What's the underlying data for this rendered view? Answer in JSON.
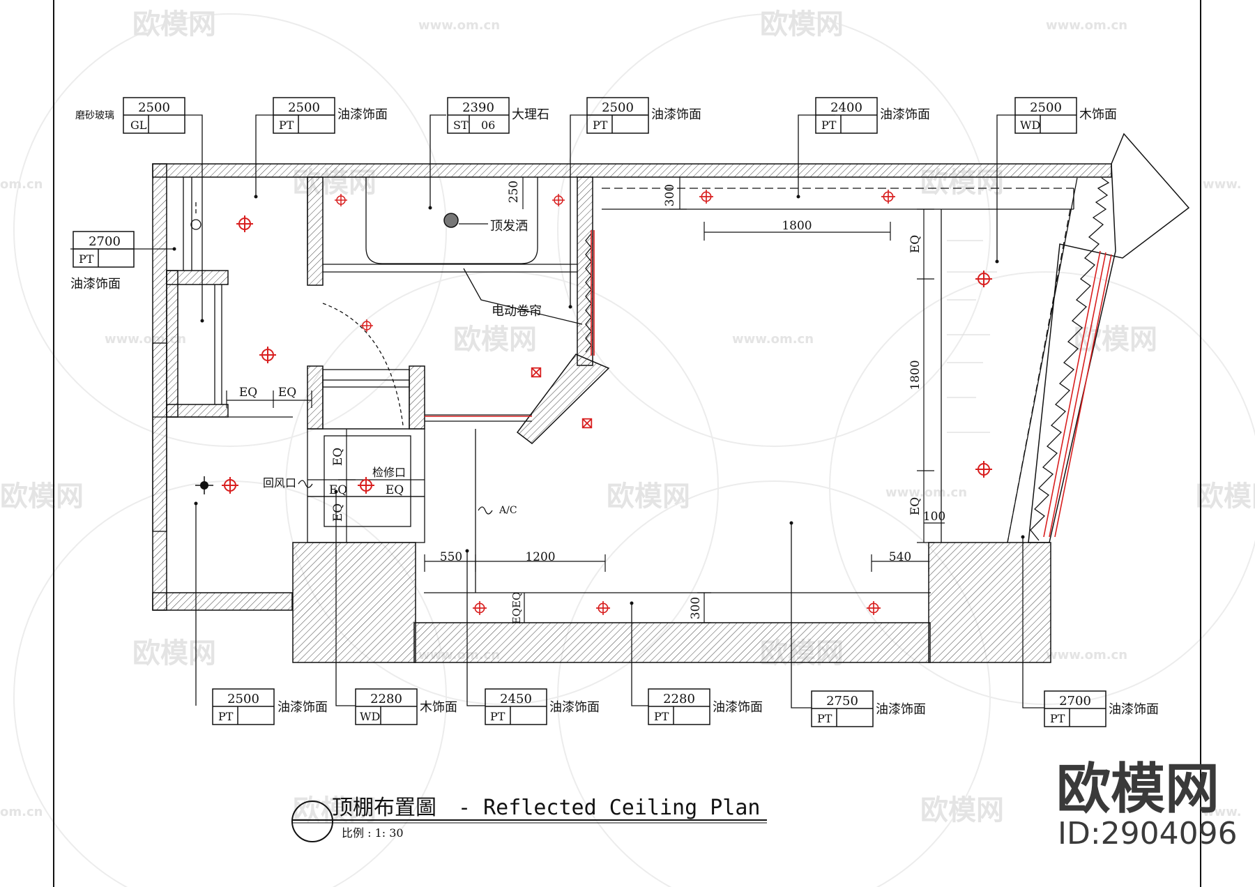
{
  "title": {
    "cn": "顶棚布置圖",
    "en": "- Reflected Ceiling Plan",
    "scale": "比例 : 1: 30"
  },
  "watermark": {
    "brand": "欧模网",
    "url": "www.om.cn",
    "id": "ID:2904096",
    "partial_url": "om.cn",
    "partial_url_right": "www."
  },
  "tags_top": [
    {
      "height": "2500",
      "code": "GL",
      "extra": "",
      "note": "磨砂玻璃"
    },
    {
      "height": "2500",
      "code": "PT",
      "extra": "",
      "note": "油漆饰面"
    },
    {
      "height": "2390",
      "code": "ST",
      "extra": "06",
      "note": "大理石"
    },
    {
      "height": "2500",
      "code": "PT",
      "extra": "",
      "note": "油漆饰面"
    },
    {
      "height": "2400",
      "code": "PT",
      "extra": "",
      "note": "油漆饰面"
    },
    {
      "height": "2500",
      "code": "WD",
      "extra": "",
      "note": "木饰面"
    }
  ],
  "tag_left": {
    "height": "2700",
    "code": "PT",
    "note": "油漆饰面"
  },
  "tags_bottom": [
    {
      "height": "2500",
      "code": "PT",
      "note": "油漆饰面"
    },
    {
      "height": "2280",
      "code": "WD",
      "note": "木饰面"
    },
    {
      "height": "2450",
      "code": "PT",
      "note": "油漆饰面"
    },
    {
      "height": "2280",
      "code": "PT",
      "note": "油漆饰面"
    },
    {
      "height": "2750",
      "code": "PT",
      "note": "油漆饰面"
    },
    {
      "height": "2700",
      "code": "PT",
      "note": "油漆饰面"
    }
  ],
  "labels": {
    "shower": "顶发洒",
    "blind": "电动卷帘",
    "return_air": "回风口",
    "access_panel": "检修口",
    "ac": "A/C"
  },
  "dimensions": {
    "top_300": "300",
    "top_250": "250",
    "top_1800": "1800",
    "right_eq_top": "EQ",
    "right_1800": "1800",
    "right_eq_bottom": "EQ",
    "right_100": "100",
    "left_eq_1": "EQ",
    "left_eq_2": "EQ",
    "mid_eq_v1": "EQ",
    "mid_eq_v2": "EQ",
    "mid_eq_h1": "EQ",
    "mid_eq_h2": "EQ",
    "bottom_550": "550",
    "bottom_1200": "1200",
    "bottom_540": "540",
    "bottom_300": "300",
    "bottom_eqeq": "EQEQ"
  },
  "colors": {
    "line": "#111111",
    "light_fixture": "#d81e1e",
    "hatch": "#444444",
    "watermark": "#e4e4e4"
  }
}
